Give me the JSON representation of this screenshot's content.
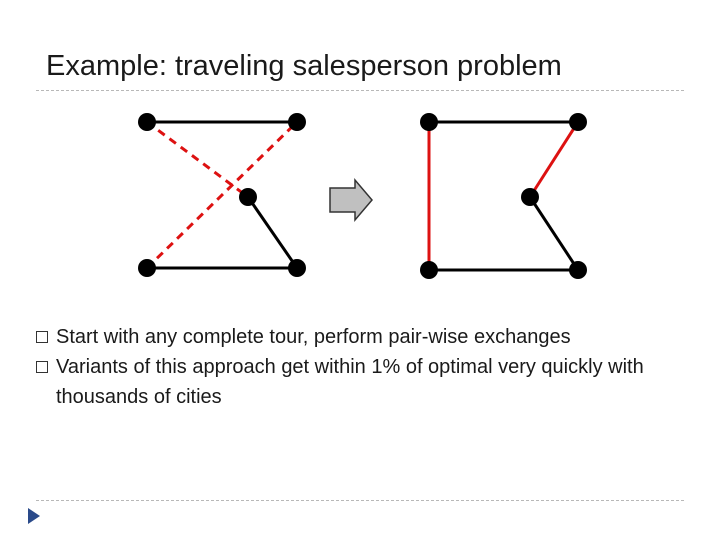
{
  "slide": {
    "title": "Example: traveling salesperson problem",
    "bullets": [
      "Start with any complete tour, perform pair-wise exchanges",
      "Variants of this approach get within 1% of optimal very quickly with thousands of cities"
    ]
  },
  "colors": {
    "edge": "#000000",
    "exchanged_edge": "#dd1111",
    "arrow_fill": "#c0c0c0",
    "nav_icon": "#2a4a8a"
  },
  "diagram": {
    "before_graph": "dashed red crossing edges, black solid edges",
    "after_graph": "solid red exchanged edges, black solid edges"
  }
}
